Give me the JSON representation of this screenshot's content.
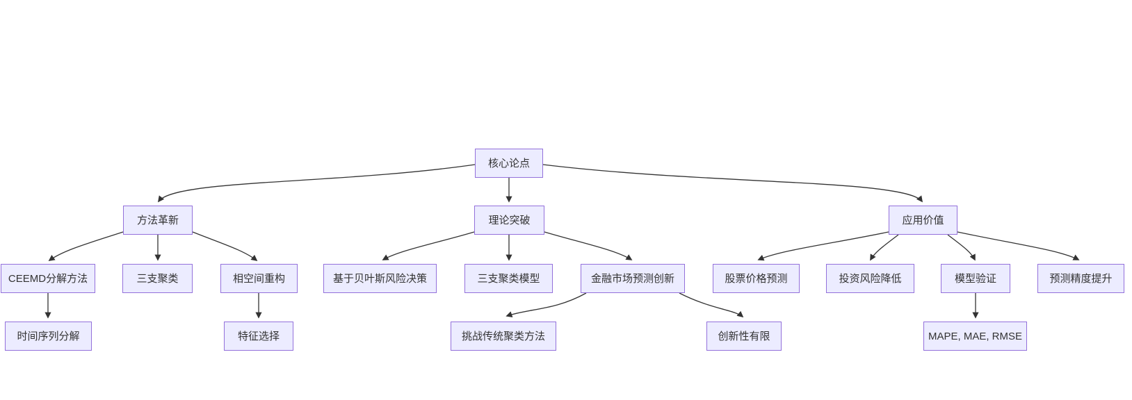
{
  "diagram": {
    "type": "flowchart-top-down",
    "colors": {
      "background": "#ffffff",
      "node_fill": "#ECECFF",
      "node_border": "#9370DB",
      "node_text": "#333333",
      "edge": "#333333"
    },
    "nodes": [
      {
        "id": "core-thesis",
        "label": "核心论点",
        "level": 0
      },
      {
        "id": "method-innovation",
        "label": "方法革新",
        "level": 1
      },
      {
        "id": "theory-breakthrough",
        "label": "理论突破",
        "level": 1
      },
      {
        "id": "application-value",
        "label": "应用价值",
        "level": 1
      },
      {
        "id": "ceemd-decomposition",
        "label": "CEEMD分解方法",
        "level": 2
      },
      {
        "id": "three-way-clustering",
        "label": "三支聚类",
        "level": 2
      },
      {
        "id": "phase-space-reconstruction",
        "label": "相空间重构",
        "level": 2
      },
      {
        "id": "bayesian-risk-decision",
        "label": "基于贝叶斯风险决策",
        "level": 2
      },
      {
        "id": "three-way-clustering-model",
        "label": "三支聚类模型",
        "level": 2
      },
      {
        "id": "financial-market-forecast-innovation",
        "label": "金融市场预测创新",
        "level": 2
      },
      {
        "id": "stock-price-prediction",
        "label": "股票价格预测",
        "level": 2
      },
      {
        "id": "investment-risk-reduction",
        "label": "投资风险降低",
        "level": 2
      },
      {
        "id": "model-validation",
        "label": "模型验证",
        "level": 2
      },
      {
        "id": "forecast-accuracy-improvement",
        "label": "预测精度提升",
        "level": 2
      },
      {
        "id": "time-series-decomposition",
        "label": "时间序列分解",
        "level": 3
      },
      {
        "id": "feature-selection",
        "label": "特征选择",
        "level": 3
      },
      {
        "id": "challenge-traditional-clustering",
        "label": "挑战传统聚类方法",
        "level": 3
      },
      {
        "id": "limited-novelty",
        "label": "创新性有限",
        "level": 3
      },
      {
        "id": "mape-mae-rmse",
        "label": "MAPE, MAE, RMSE",
        "level": 3
      }
    ],
    "edges": [
      {
        "from": "核心论点",
        "to": "方法革新"
      },
      {
        "from": "核心论点",
        "to": "理论突破"
      },
      {
        "from": "核心论点",
        "to": "应用价值"
      },
      {
        "from": "方法革新",
        "to": "CEEMD分解方法"
      },
      {
        "from": "方法革新",
        "to": "三支聚类"
      },
      {
        "from": "方法革新",
        "to": "相空间重构"
      },
      {
        "from": "理论突破",
        "to": "基于贝叶斯风险决策"
      },
      {
        "from": "理论突破",
        "to": "三支聚类模型"
      },
      {
        "from": "理论突破",
        "to": "金融市场预测创新"
      },
      {
        "from": "应用价值",
        "to": "股票价格预测"
      },
      {
        "from": "应用价值",
        "to": "投资风险降低"
      },
      {
        "from": "应用价值",
        "to": "模型验证"
      },
      {
        "from": "应用价值",
        "to": "预测精度提升"
      },
      {
        "from": "CEEMD分解方法",
        "to": "时间序列分解"
      },
      {
        "from": "相空间重构",
        "to": "特征选择"
      },
      {
        "from": "金融市场预测创新",
        "to": "挑战传统聚类方法"
      },
      {
        "from": "金融市场预测创新",
        "to": "创新性有限"
      },
      {
        "from": "模型验证",
        "to": "MAPE, MAE, RMSE"
      }
    ]
  }
}
